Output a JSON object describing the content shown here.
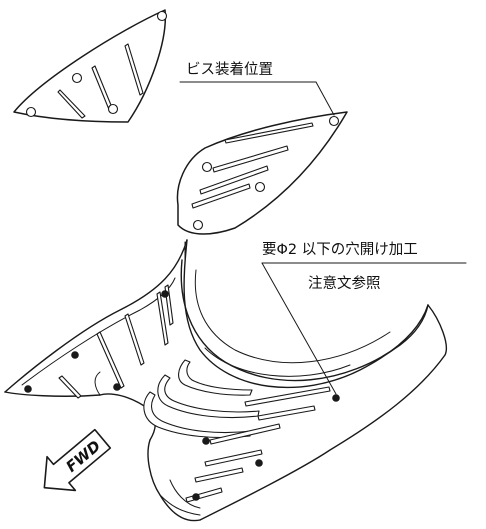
{
  "labels": {
    "screw_position": "ビス装着位置",
    "drill_hole": "要Φ2 以下の穴開け加工",
    "see_caution": "注意文参照",
    "forward": "FWD"
  },
  "colors": {
    "line": "#1a1a1a",
    "fill": "#ffffff"
  }
}
